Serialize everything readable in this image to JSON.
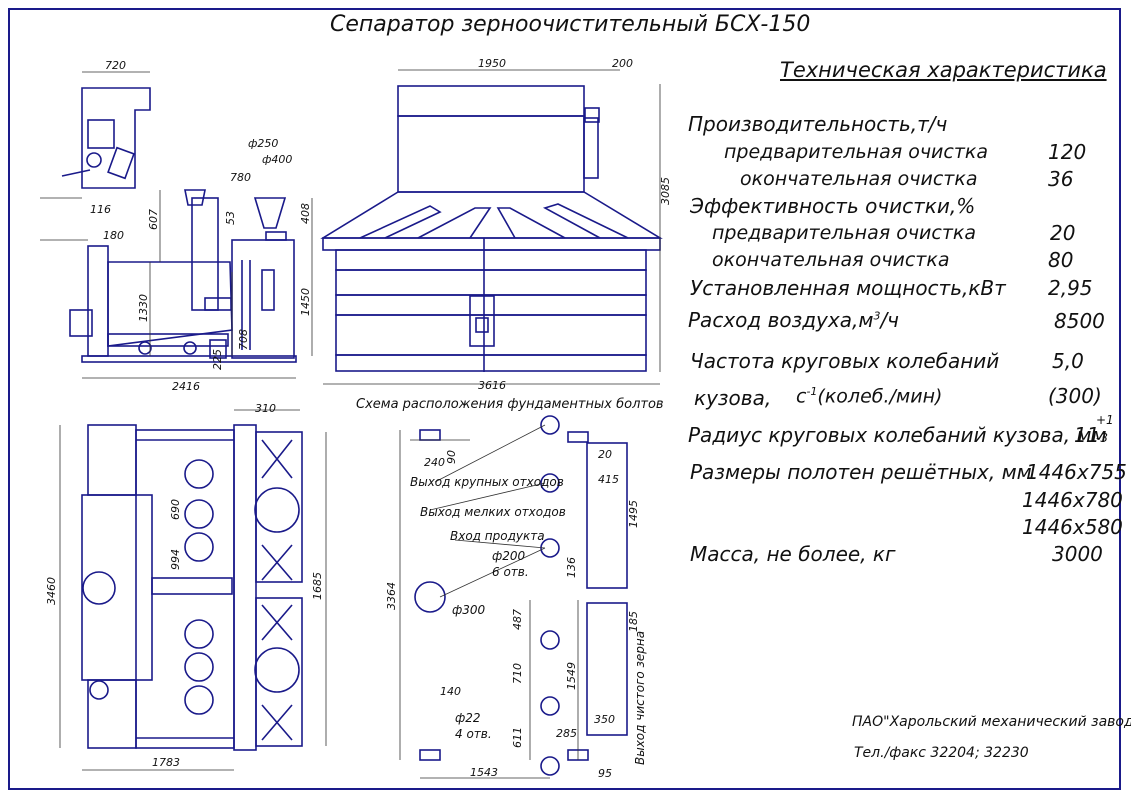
{
  "title": "Сепаратор зерноочистительный БСХ-150",
  "spec": {
    "heading": "Техническая характеристика",
    "productivity_label": "Производительность,т/ч",
    "pre_clean_label": "предварительная очистка",
    "pre_clean_value": "120",
    "final_clean_label": "окончательная очистка",
    "final_clean_value": "36",
    "efficiency_label": "Эффективность очистки,%",
    "eff_pre_label": "предварительная очистка",
    "eff_pre_value": "20",
    "eff_final_label": "окончательная очистка",
    "eff_final_value": "80",
    "power_label": "Установленная мощность,кВт",
    "power_value": "2,95",
    "air_label": "Расход воздуха,м",
    "air_sup": "3",
    "air_unit": "/ч",
    "air_value": "8500",
    "freq_label_1": "Частота круговых колебаний",
    "freq_value_1": "5,0",
    "freq_label_2": "кузова,",
    "freq_unit": "с",
    "freq_unit_sup": "-1",
    "freq_unit_2": "(колеб./мин)",
    "freq_value_2": "(300)",
    "radius_label": "Радиус круговых колебаний кузова, мм",
    "radius_value": "11",
    "radius_tol_up": "+1",
    "radius_tol_down": "-3",
    "sieve_label": "Размеры полотен решётных, мм",
    "sieve_1": "1446х755",
    "sieve_2": "1446х780",
    "sieve_3": "1446х580",
    "mass_label": "Масса, не более, кг",
    "mass_value": "3000"
  },
  "footer": {
    "company": "ПАО\"Харольский механический завод\"",
    "phone": "Тел./факс  32204; 32230"
  },
  "foundation": {
    "caption": "Схема расположения фундаментных болтов",
    "coarse_out": "Выход крупных отходов",
    "fine_out": "Выход мелких отходов",
    "product_in": "Вход продукта",
    "clean_grain_out": "Выход чистого зерна",
    "holes_200": "ф200",
    "holes_200_count": "6 отв.",
    "hole_300": "ф300",
    "bolt_22": "ф22",
    "bolt_22_count": "4 отв."
  },
  "dims": {
    "d720": "720",
    "d1950": "1950",
    "d200": "200",
    "d3085": "3085",
    "d250": "ф250",
    "d400": "ф400",
    "d780": "780",
    "d53": "53",
    "d408": "408",
    "d116": "116",
    "d607": "607",
    "d180": "180",
    "d1330": "1330",
    "d1450": "1450",
    "d708": "708",
    "d225": "225",
    "d2416": "2416",
    "d3616": "3616",
    "d310": "310",
    "d3460": "3460",
    "d690": "690",
    "d994": "994",
    "d1685": "1685",
    "d1783": "1783",
    "d240": "240",
    "d90": "90",
    "d20": "20",
    "d415": "415",
    "d1495": "1495",
    "d136": "136",
    "d3364": "3364",
    "d487": "487",
    "d710": "710",
    "d1549": "1549",
    "d185": "185",
    "d140": "140",
    "d611": "611",
    "d285": "285",
    "d350": "350",
    "d1543": "1543",
    "d95": "95"
  }
}
